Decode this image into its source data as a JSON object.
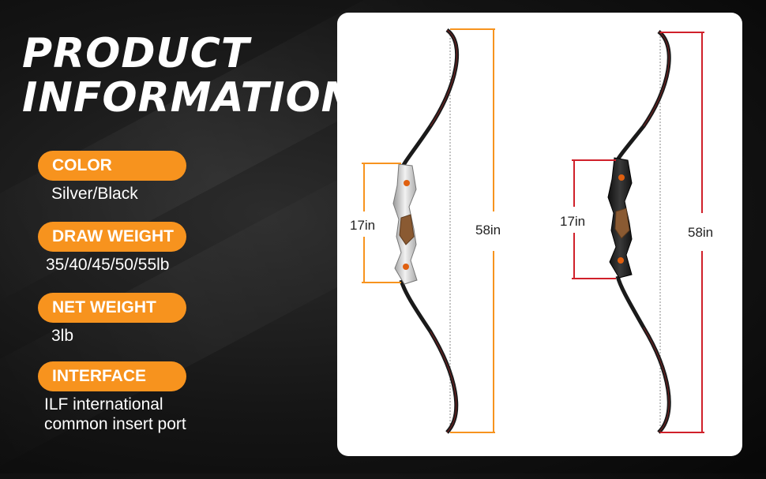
{
  "heading": {
    "line1": "PRODUCT",
    "line2": "INFORMATION"
  },
  "specs": [
    {
      "label": "COLOR",
      "value": "Silver/Black"
    },
    {
      "label": "DRAW WEIGHT",
      "value": "35/40/45/50/55lb"
    },
    {
      "label": "NET WEIGHT",
      "value": "3lb"
    },
    {
      "label": "INTERFACE",
      "value_line1": "ILF international",
      "value_line2": "common insert port"
    }
  ],
  "bows": [
    {
      "finish": "silver",
      "riser_length": "17in",
      "bow_length": "58in",
      "dimension_color": "#f7931e"
    },
    {
      "finish": "black",
      "riser_length": "17in",
      "bow_length": "58in",
      "dimension_color": "#d0202a"
    }
  ]
}
